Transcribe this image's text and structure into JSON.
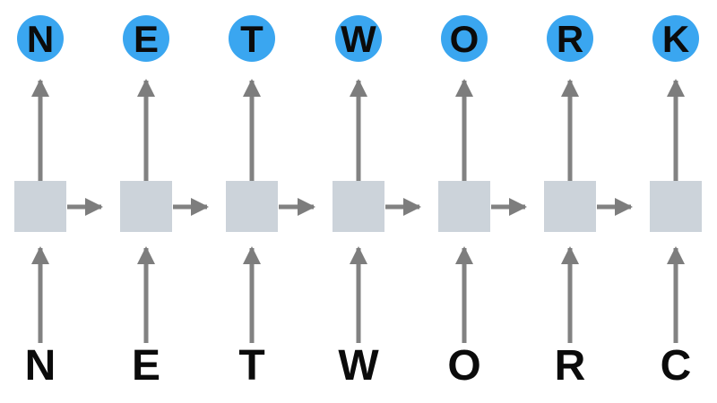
{
  "diagram": {
    "description": "Recurrent neural network character diagram",
    "output_letters": [
      "N",
      "E",
      "T",
      "W",
      "O",
      "R",
      "K"
    ],
    "input_letters": [
      "N",
      "E",
      "T",
      "W",
      "O",
      "R",
      "C"
    ],
    "colors": {
      "output_circle": "#3aa6f0",
      "state_box": "#ccd3da",
      "arrow": "#828282",
      "letter": "#0b0b0b",
      "background": "#ffffff"
    },
    "structure": {
      "columns": 7,
      "recurrent_arrows": 6,
      "arrow_direction_vertical": "up",
      "arrow_direction_horizontal": "right"
    }
  }
}
